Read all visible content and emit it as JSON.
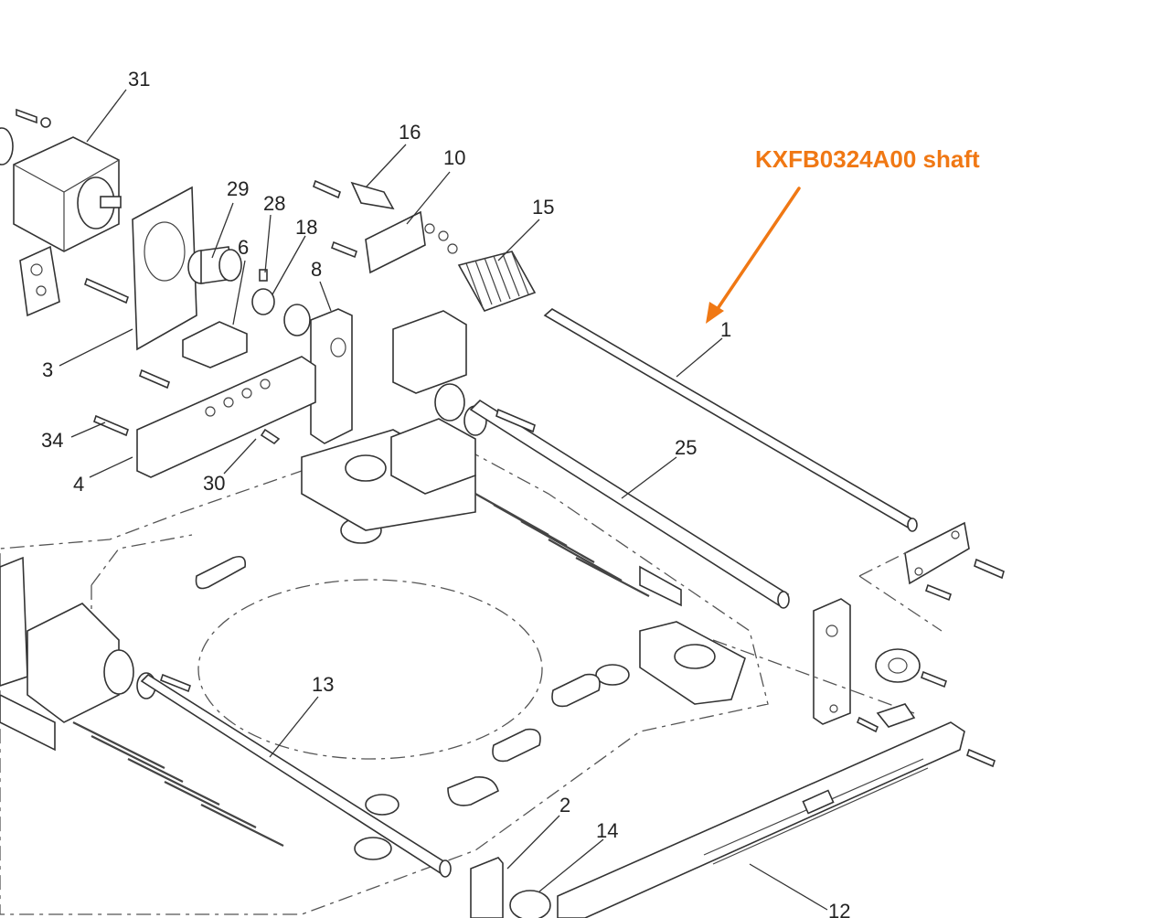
{
  "callout": {
    "text": "KXFB0324A00 shaft",
    "color": "#f07814"
  },
  "part_labels": {
    "p31": "31",
    "p16": "16",
    "p10": "10",
    "p15": "15",
    "p29": "29",
    "p28": "28",
    "p18": "18",
    "p6": "6",
    "p8": "8",
    "p1": "1",
    "p3": "3",
    "p34": "34",
    "p4": "4",
    "p30": "30",
    "p25": "25",
    "p13": "13",
    "p2": "2",
    "p14": "14",
    "p12": "12"
  }
}
